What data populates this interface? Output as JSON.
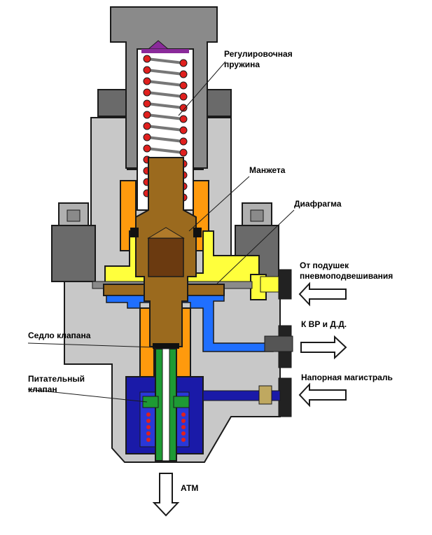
{
  "labels": {
    "spring": [
      "Регулировочная",
      "пружина"
    ],
    "cuff": "Манжета",
    "diaphragm": "Диафрагма",
    "from_cushions": [
      "От подушек",
      "пневмоподвешивания"
    ],
    "to_vr": "К ВР и Д.Д.",
    "valve_seat": "Седло клапана",
    "pressure_line": "Напорная магистраль",
    "feed_valve": [
      "Питательный",
      "клапан"
    ],
    "atm": "АТМ"
  },
  "colors": {
    "body": "#c8c8c8",
    "dark_gray": "#6a6a6a",
    "outline": "#1a1a1a",
    "piston": "#9b6a1e",
    "piston_dark": "#6b3a10",
    "orange": "#ff9a0d",
    "yellow": "#ffff3c",
    "blue": "#1f6fff",
    "dark_blue": "#1a1aa8",
    "green": "#1e9a34",
    "spring_red": "#e0201e",
    "purple": "#8a2a9a"
  }
}
